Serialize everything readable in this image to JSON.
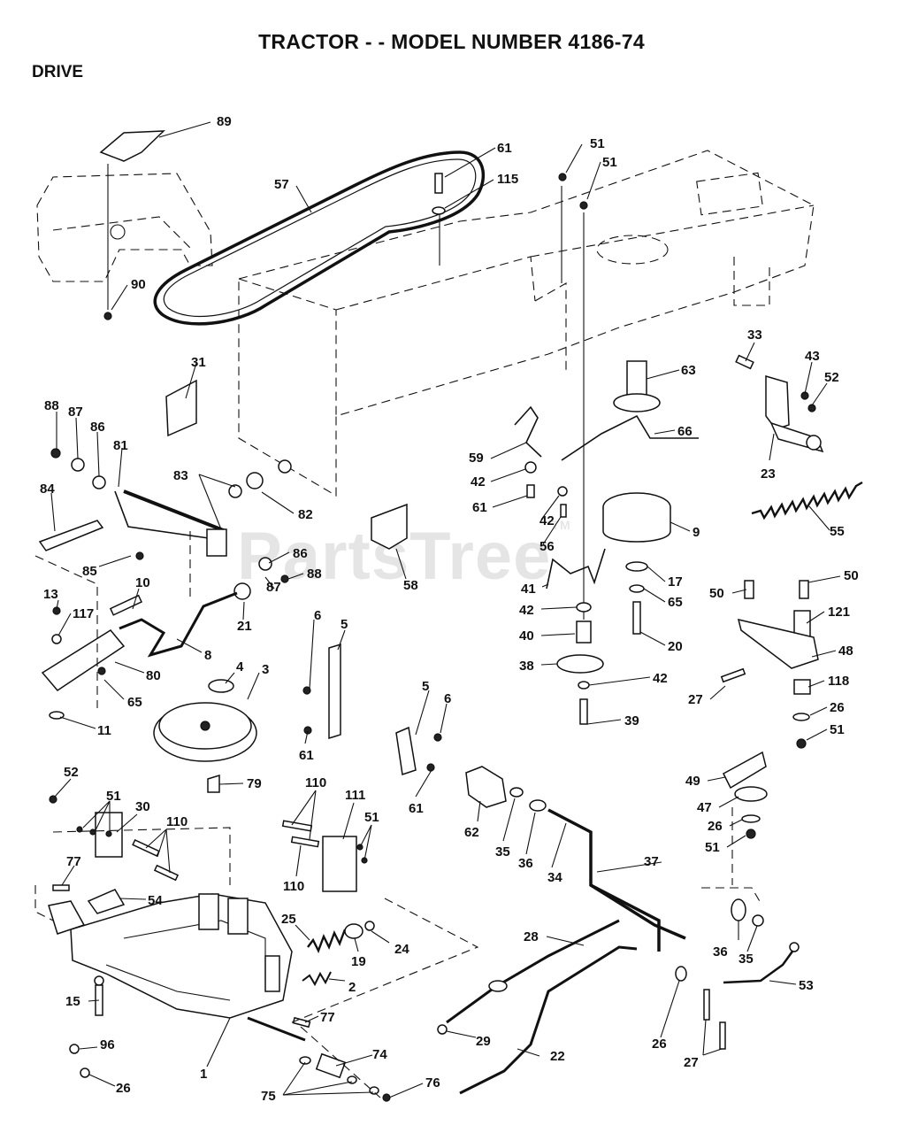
{
  "page": {
    "title": "TRACTOR - - MODEL NUMBER 4186-74",
    "section": "DRIVE",
    "watermark": "PartsTree",
    "watermark_mark": "TM"
  },
  "labels": {
    "89": "89",
    "90": "90",
    "57": "57",
    "61a": "61",
    "115": "115",
    "51a": "51",
    "51b": "51",
    "31": "31",
    "88a": "88",
    "87a": "87",
    "86a": "86",
    "81": "81",
    "84": "84",
    "85": "85",
    "83": "83",
    "82": "82",
    "86b": "86",
    "88b": "88",
    "87b": "87",
    "21": "21",
    "10": "10",
    "13": "13",
    "117": "117",
    "8": "8",
    "80": "80",
    "65a": "65",
    "11": "11",
    "4": "4",
    "3": "3",
    "79": "79",
    "58": "58",
    "6a": "6",
    "5a": "5",
    "61b": "61",
    "5b": "5",
    "6b": "6",
    "61c": "61",
    "59": "59",
    "42a": "42",
    "61d": "61",
    "42b": "42",
    "56": "56",
    "41": "41",
    "42c": "42",
    "40": "40",
    "38": "38",
    "42d": "42",
    "39": "39",
    "63": "63",
    "66": "66",
    "9": "9",
    "17": "17",
    "65b": "65",
    "20": "20",
    "33": "33",
    "43": "43",
    "52a": "52",
    "23": "23",
    "55": "55",
    "50a": "50",
    "50b": "50",
    "121": "121",
    "48": "48",
    "27a": "27",
    "118": "118",
    "26a": "26",
    "51c": "51",
    "49": "49",
    "47": "47",
    "26b": "26",
    "51d": "51",
    "52b": "52",
    "51e": "51",
    "30": "30",
    "110a": "110",
    "77a": "77",
    "54": "54",
    "110b": "110",
    "111": "111",
    "51f": "51",
    "110c": "110",
    "62": "62",
    "35a": "35",
    "36a": "36",
    "34": "34",
    "37": "37",
    "25": "25",
    "19": "19",
    "24": "24",
    "2": "2",
    "15": "15",
    "77b": "77",
    "96": "96",
    "74": "74",
    "1": "1",
    "26c": "26",
    "75": "75",
    "76": "76",
    "28": "28",
    "29": "29",
    "22": "22",
    "36b": "36",
    "35b": "35",
    "53": "53",
    "26d": "26",
    "27b": "27"
  },
  "icons": [
    "frame-illustration",
    "drive-belt-illustration",
    "transaxle-illustration",
    "pulley-illustration",
    "spring-illustration"
  ]
}
